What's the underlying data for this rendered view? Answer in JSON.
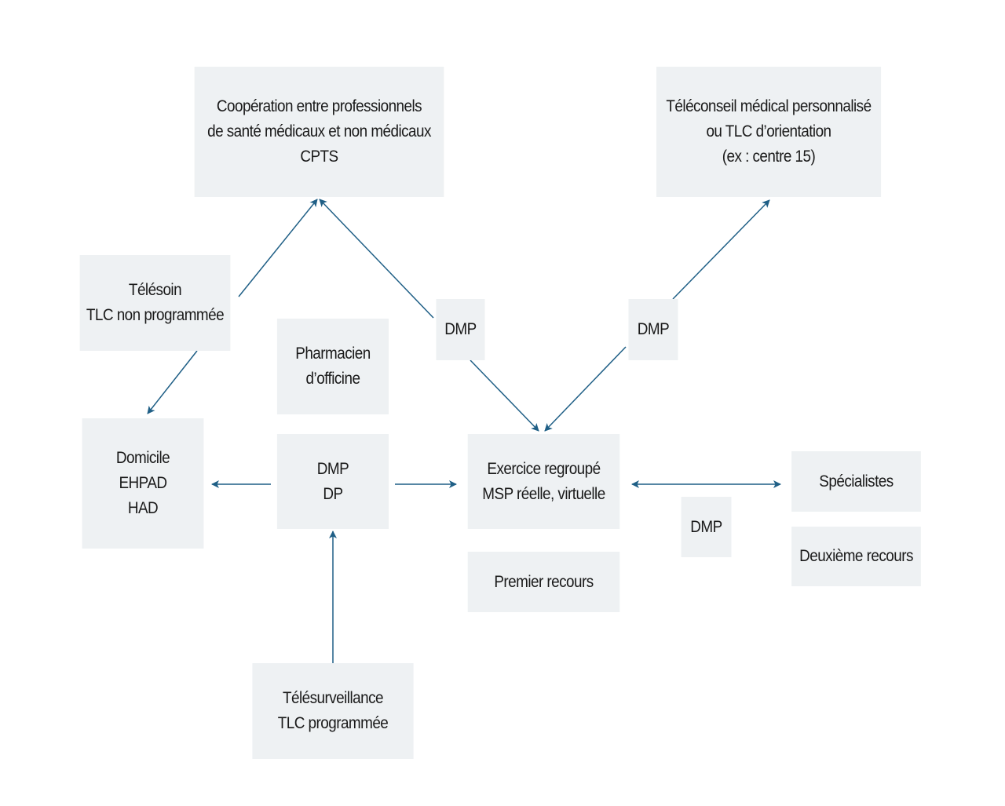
{
  "nodes": {
    "cooperation": {
      "lines": [
        "Coopération entre professionnels",
        "de santé médicaux et non médicaux",
        "CPTS"
      ]
    },
    "teleconseil": {
      "lines": [
        "Téléconseil médical personnalisé",
        "ou TLC d’orientation",
        "(ex : centre 15)"
      ]
    },
    "telesoin": {
      "lines": [
        "Télésoin",
        "TLC non programmée"
      ]
    },
    "pharmacien": {
      "lines": [
        "Pharmacien",
        "d’officine"
      ]
    },
    "dmp_left": {
      "lines": [
        "DMP"
      ]
    },
    "dmp_right": {
      "lines": [
        "DMP"
      ]
    },
    "domicile": {
      "lines": [
        "Domicile",
        "EHPAD",
        "HAD"
      ]
    },
    "dmp_dp": {
      "lines": [
        "DMP",
        "DP"
      ]
    },
    "exercice": {
      "lines": [
        "Exercice regroupé",
        "MSP réelle, virtuelle"
      ]
    },
    "specialistes": {
      "lines": [
        "Spécialistes"
      ]
    },
    "dmp_bottom": {
      "lines": [
        "DMP"
      ]
    },
    "deuxieme": {
      "lines": [
        "Deuxième recours"
      ]
    },
    "premier": {
      "lines": [
        "Premier recours"
      ]
    },
    "telesurveillance": {
      "lines": [
        "Télésurveillance",
        "TLC programmée"
      ]
    }
  },
  "colors": {
    "box_fill": "#eef1f3",
    "arrow": "#1f5f86",
    "text": "#1a1a1a"
  }
}
